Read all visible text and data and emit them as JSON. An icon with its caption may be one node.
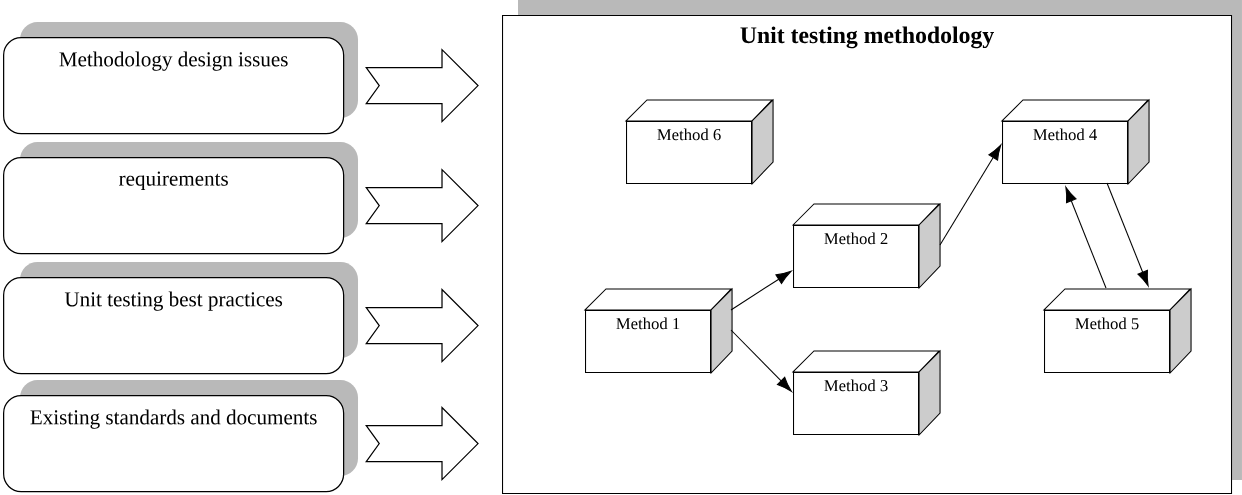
{
  "diagram": {
    "nodes": [
      {
        "text": [
          "Methodology design issues"
        ]
      },
      {
        "text": [
          "requirements"
        ]
      },
      {
        "text": [
          "Unit testing best practices"
        ]
      },
      {
        "text": [
          "Existing standards and documents"
        ]
      },
      {
        "text": [
          "Unit testing methodology"
        ]
      },
      {
        "text": [
          "Method 1"
        ],
        "in": 4
      },
      {
        "text": [
          "Method 2"
        ],
        "in": 4
      },
      {
        "text": [
          "Method 3"
        ],
        "in": 4
      },
      {
        "text": [
          "Method 4"
        ],
        "in": 4
      },
      {
        "text": [
          "Method 5"
        ],
        "in": 4
      },
      {
        "text": [
          "Method 6"
        ],
        "in": 4
      }
    ],
    "edges": [
      {
        "from": 0,
        "to": 4,
        "arrow": "to",
        "style": "thick"
      },
      {
        "from": 1,
        "to": 4,
        "arrow": "to",
        "style": "thick"
      },
      {
        "from": 2,
        "to": 4,
        "arrow": "to",
        "style": "thick"
      },
      {
        "from": 3,
        "to": 4,
        "arrow": "to",
        "style": "thick"
      },
      {
        "from": 5,
        "to": 6,
        "arrow": "to"
      },
      {
        "from": 5,
        "to": 7,
        "arrow": "to"
      },
      {
        "from": 6,
        "to": 8,
        "arrow": "to"
      },
      {
        "from": 8,
        "to": 9,
        "arrow": "to"
      },
      {
        "from": 9,
        "to": 8,
        "arrow": "to"
      }
    ]
  }
}
